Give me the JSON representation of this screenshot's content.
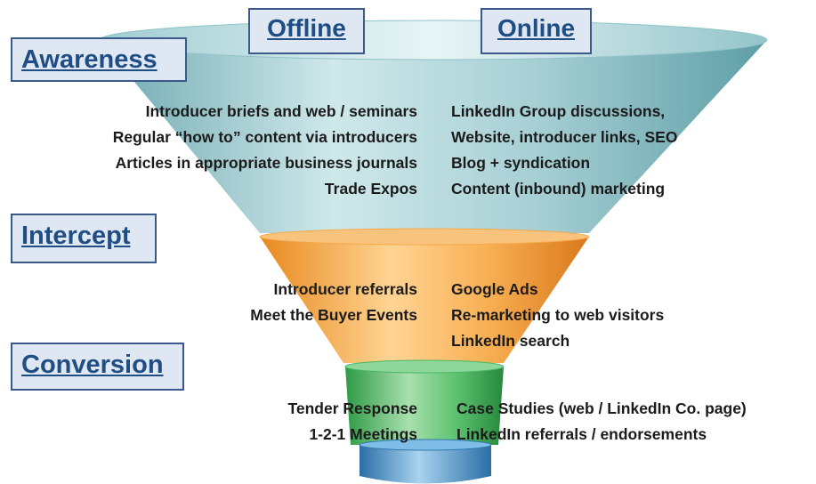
{
  "columns": {
    "offline": "Offline",
    "online": "Online"
  },
  "stages": [
    {
      "label": "Awareness",
      "color": "#8fc3c9",
      "offline": [
        "Introducer briefs and web / seminars",
        "Regular “how to” content via introducers",
        "Articles in appropriate business journals",
        "Trade Expos"
      ],
      "online": [
        "LinkedIn Group discussions,",
        "Website, introducer links, SEO",
        "Blog + syndication",
        "Content (inbound) marketing"
      ]
    },
    {
      "label": "Intercept",
      "color": "#f5a84a",
      "offline": [
        "Introducer referrals",
        "Meet the Buyer Events"
      ],
      "online": [
        "Google Ads",
        "Re-marketing to web visitors",
        "LinkedIn search"
      ]
    },
    {
      "label": "Conversion",
      "color": "#49b861",
      "offline": [
        "Tender Response",
        "1-2-1 Meetings"
      ],
      "online": [
        "Case Studies (web / LinkedIn  Co. page)",
        "LinkedIn referrals / endorsements"
      ]
    }
  ],
  "base_color": "#4a93c7"
}
